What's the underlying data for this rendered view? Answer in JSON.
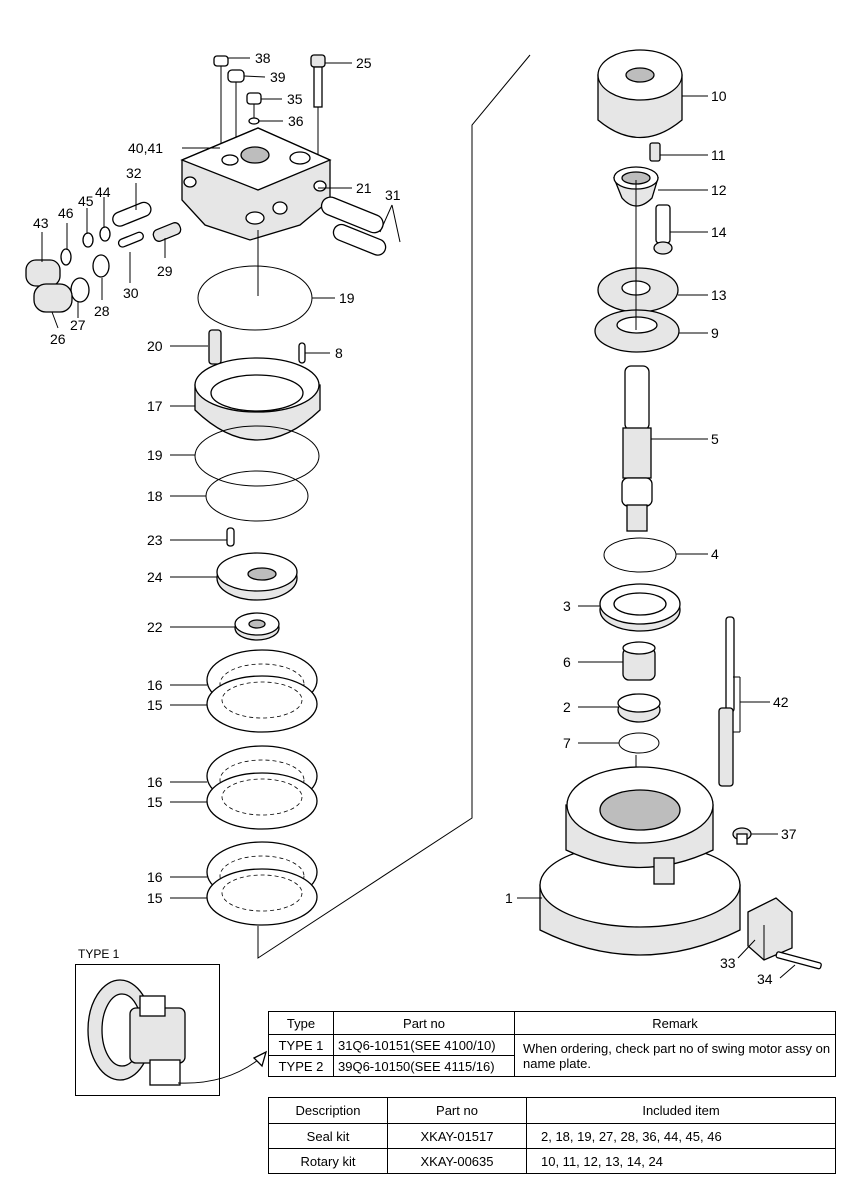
{
  "callouts": [
    {
      "id": "c38",
      "text": "38"
    },
    {
      "id": "c39",
      "text": "39"
    },
    {
      "id": "c35",
      "text": "35"
    },
    {
      "id": "c36",
      "text": "36"
    },
    {
      "id": "c25",
      "text": "25"
    },
    {
      "id": "c4041",
      "text": "40,41"
    },
    {
      "id": "c21",
      "text": "21"
    },
    {
      "id": "c32",
      "text": "32"
    },
    {
      "id": "c44",
      "text": "44"
    },
    {
      "id": "c45",
      "text": "45"
    },
    {
      "id": "c46",
      "text": "46"
    },
    {
      "id": "c43",
      "text": "43"
    },
    {
      "id": "c31",
      "text": "31"
    },
    {
      "id": "c29",
      "text": "29"
    },
    {
      "id": "c30",
      "text": "30"
    },
    {
      "id": "c28",
      "text": "28"
    },
    {
      "id": "c27",
      "text": "27"
    },
    {
      "id": "c26",
      "text": "26"
    },
    {
      "id": "c19a",
      "text": "19"
    },
    {
      "id": "c20",
      "text": "20"
    },
    {
      "id": "c8",
      "text": "8"
    },
    {
      "id": "c17",
      "text": "17"
    },
    {
      "id": "c19b",
      "text": "19"
    },
    {
      "id": "c18",
      "text": "18"
    },
    {
      "id": "c23",
      "text": "23"
    },
    {
      "id": "c24",
      "text": "24"
    },
    {
      "id": "c22",
      "text": "22"
    },
    {
      "id": "c16a",
      "text": "16"
    },
    {
      "id": "c15a",
      "text": "15"
    },
    {
      "id": "c16b",
      "text": "16"
    },
    {
      "id": "c15b",
      "text": "15"
    },
    {
      "id": "c16c",
      "text": "16"
    },
    {
      "id": "c15c",
      "text": "15"
    },
    {
      "id": "c10",
      "text": "10"
    },
    {
      "id": "c11",
      "text": "11"
    },
    {
      "id": "c12",
      "text": "12"
    },
    {
      "id": "c14",
      "text": "14"
    },
    {
      "id": "c13",
      "text": "13"
    },
    {
      "id": "c9",
      "text": "9"
    },
    {
      "id": "c5",
      "text": "5"
    },
    {
      "id": "c4",
      "text": "4"
    },
    {
      "id": "c3",
      "text": "3"
    },
    {
      "id": "c6",
      "text": "6"
    },
    {
      "id": "c42",
      "text": "42"
    },
    {
      "id": "c2",
      "text": "2"
    },
    {
      "id": "c7",
      "text": "7"
    },
    {
      "id": "c37",
      "text": "37"
    },
    {
      "id": "c1",
      "text": "1"
    },
    {
      "id": "c33",
      "text": "33"
    },
    {
      "id": "c34",
      "text": "34"
    }
  ],
  "type1_label": "TYPE 1",
  "type_table": {
    "headers": [
      "Type",
      "Part no",
      "Remark"
    ],
    "rows": [
      {
        "type": "TYPE 1",
        "part_no": "31Q6-10151(SEE 4100/10)"
      },
      {
        "type": "TYPE 2",
        "part_no": "39Q6-10150(SEE 4115/16)"
      }
    ],
    "remark": "When ordering, check part no of swing motor assy on name plate."
  },
  "kit_table": {
    "headers": [
      "Description",
      "Part no",
      "Included item"
    ],
    "rows": [
      {
        "description": "Seal kit",
        "part_no": "XKAY-01517",
        "included": "2, 18, 19, 27, 28, 36, 44, 45, 46"
      },
      {
        "description": "Rotary kit",
        "part_no": "XKAY-00635",
        "included": "10, 11, 12, 13, 14, 24"
      }
    ]
  }
}
